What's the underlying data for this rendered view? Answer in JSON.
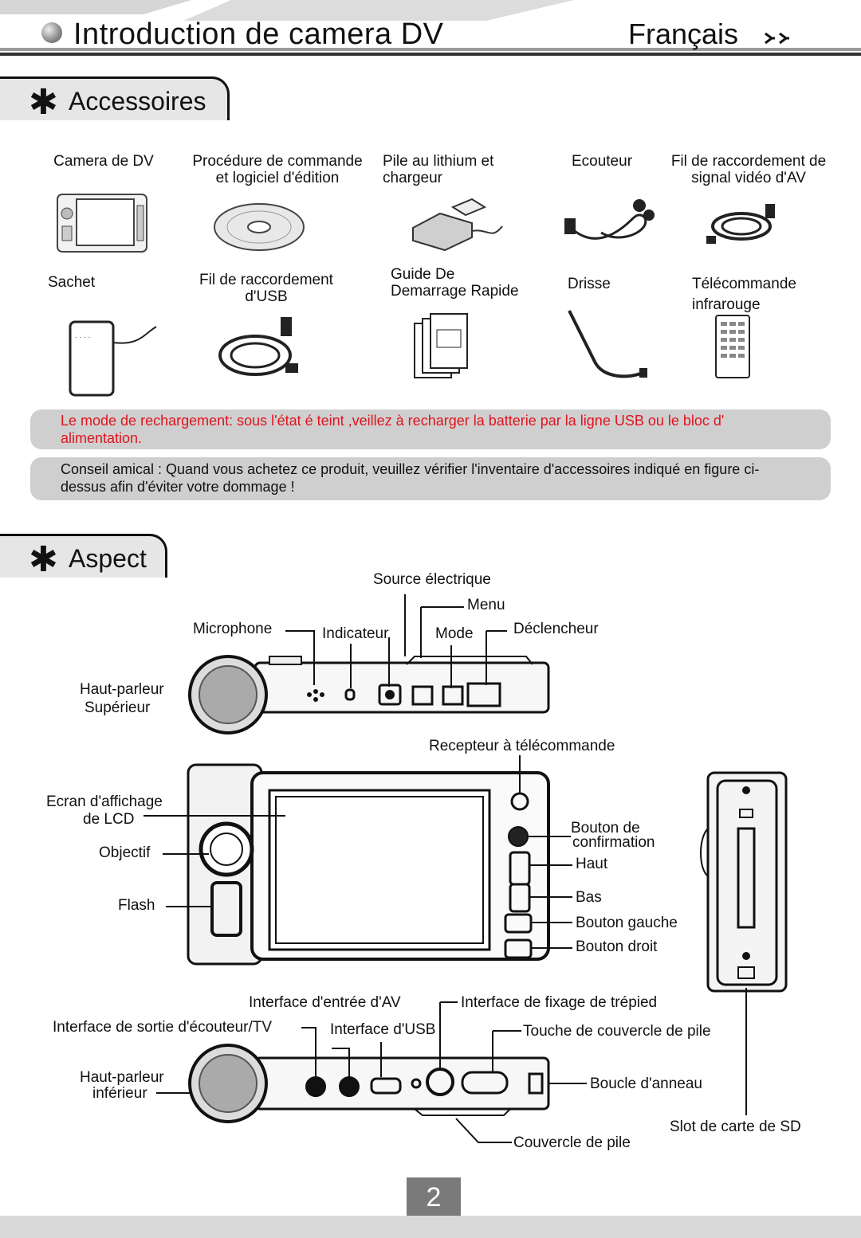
{
  "header": {
    "title": "Introduction  de camera DV",
    "language": "Français"
  },
  "sections": {
    "accessories": "Accessoires",
    "aspect": "Aspect"
  },
  "accessories": [
    {
      "label": "Camera  de  DV",
      "icon": "camera-dv-icon"
    },
    {
      "label": "Procédure de commande\net logiciel d'édition",
      "icon": "cd-disc-icon"
    },
    {
      "label": "Pile au lithium et\nchargeur",
      "icon": "battery-charger-icon"
    },
    {
      "label": "Ecouteur",
      "icon": "earphones-icon"
    },
    {
      "label": "Fil de raccordement de\nsignal vidéo d'AV",
      "icon": "av-cable-icon"
    },
    {
      "label": "Sachet",
      "icon": "pouch-icon"
    },
    {
      "label": "Fil de raccordement\nd'USB",
      "icon": "usb-cable-icon"
    },
    {
      "label": "Guide De\nDemarrage Rapide",
      "icon": "quick-guide-icon"
    },
    {
      "label": "Drisse",
      "icon": "strap-icon"
    },
    {
      "label": "Télécommande\ninfrarouge",
      "icon": "remote-control-icon"
    }
  ],
  "notes": {
    "warning": "Le mode de rechargement: sous l'état é teint ,veillez à recharger la batterie par la ligne USB ou le bloc d' alimentation.",
    "tip": "Conseil amical : Quand vous achetez ce produit, veuillez vérifier l'inventaire d'accessoires indiqué en figure ci-dessus afin d'éviter votre dommage !"
  },
  "colors": {
    "warning_text": "#e0141e",
    "note_bg": "#cfcfcf",
    "tab_bg": "#e6e6e6"
  },
  "aspect_labels": {
    "top": [
      "Source électrique",
      "Menu",
      "Microphone",
      "Indicateur",
      "Mode",
      "Déclencheur",
      "Haut-parleur",
      "Supérieur"
    ],
    "front": [
      "Recepteur à télécommande",
      "Ecran d'affichage",
      "de LCD",
      "Objectif",
      "Flash",
      "Bouton de",
      "confirmation",
      "Haut",
      "Bas",
      "Bouton gauche",
      "Bouton droit"
    ],
    "bottom": [
      "Interface d'entrée d'AV",
      "Interface de fixage de trépied",
      "Interface de sortie d'écouteur/TV",
      "Interface d'USB",
      "Touche de couvercle de pile",
      "Haut-parleur",
      "inférieur",
      "Boucle d'anneau",
      "Slot de carte de SD",
      "Couvercle de pile"
    ]
  },
  "page_number": "2"
}
